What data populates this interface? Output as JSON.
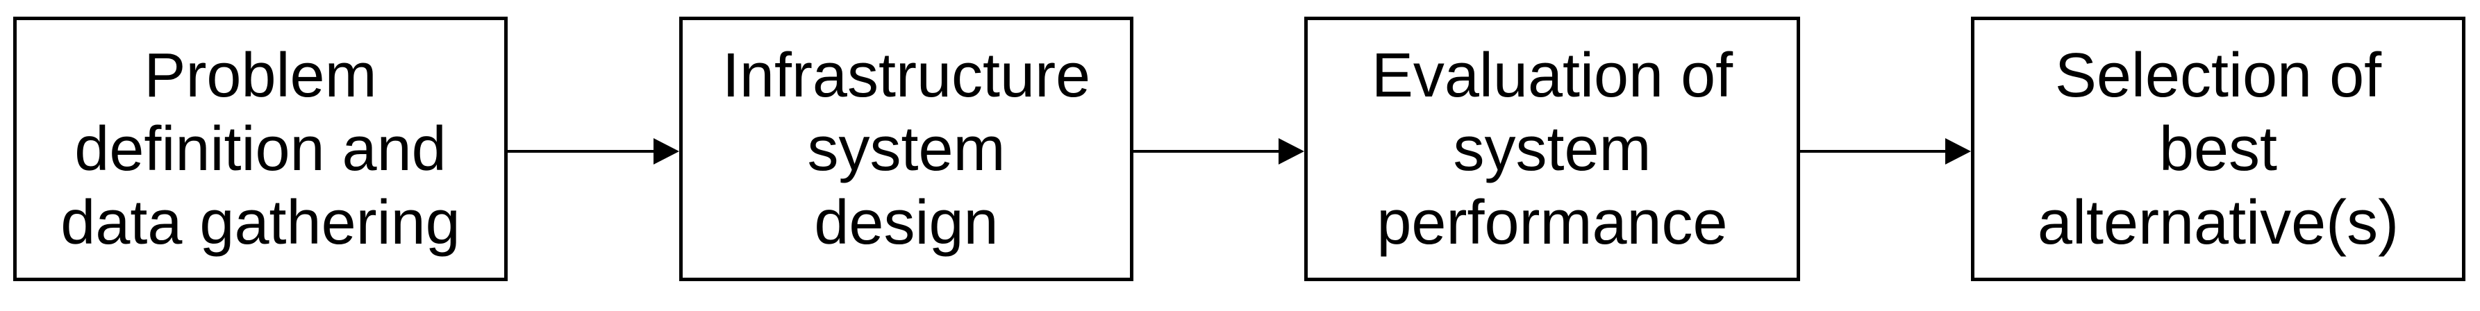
{
  "diagram": {
    "type": "flowchart",
    "direction": "left-to-right",
    "colors": {
      "background": "#ffffff",
      "box_fill": "#ffffff",
      "box_border": "#000000",
      "text": "#000000",
      "arrow": "#000000"
    },
    "steps": [
      {
        "label": "Problem\ndefinition and\ndata gathering"
      },
      {
        "label": "Infrastructure\nsystem\ndesign"
      },
      {
        "label": "Evaluation of\nsystem\nperformance"
      },
      {
        "label": "Selection of\nbest\nalternative(s)"
      }
    ],
    "connections": [
      {
        "from": "Problem definition and data gathering",
        "to": "Infrastructure system design"
      },
      {
        "from": "Infrastructure system design",
        "to": "Evaluation of system performance"
      },
      {
        "from": "Evaluation of system performance",
        "to": "Selection of best alternative(s)"
      }
    ]
  }
}
